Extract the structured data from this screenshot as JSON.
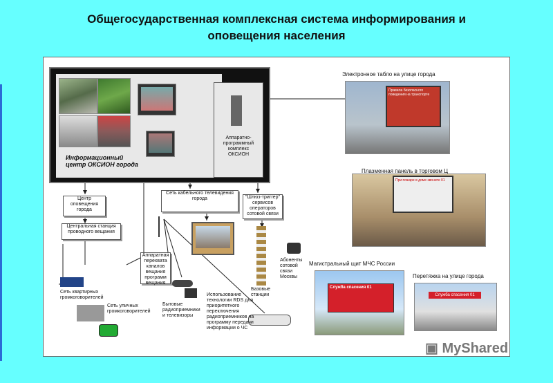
{
  "title": {
    "line1": "Общегосударственная комплексная система информирования и",
    "line2": "оповещения населения"
  },
  "center": {
    "name_line1": "Информационный",
    "name_line2": "центр ОКСИОН города",
    "hardware_line1": "Аппаратно-",
    "hardware_line2": "программный",
    "hardware_line3": "комплекс",
    "hardware_line4": "ОКСИОН"
  },
  "captions": {
    "street_board": "Электронное табло на улице города",
    "plasma_panel": "Плазменная панель в торговом Ц",
    "mchs_board": "Магистральный щит МЧС России",
    "street_banner": "Перетяжка на улице города"
  },
  "boxes": {
    "warning_center": "Центр оповещения города",
    "central_station": "Центральная станция проводного вещания",
    "cable_tv": "Сеть кабельного телевидения города",
    "shlyuz": "\"Шлюз-триггер\" сервисов операторов сотовой связи",
    "relay": "Аппаратная перехвата каналов вещания программ вещания"
  },
  "labels": {
    "wired_speakers": "Сеть квартирных громкоговорителей",
    "street_speakers": "Сеть уличных громкоговорителей",
    "household": "Бытовые радиоприемники и телевизоры",
    "rds": "Использование технологии RDS для приоритетного переключения радиоприемников на программу передачи информации о ЧС",
    "base_stations": "Базовые станции",
    "subscribers": "Абоненты сотовой связи Москвы"
  },
  "screens": {
    "street_sign": "Правила безопасного поведения на транспорте",
    "plasma_sign": "При пожаре в доме звоните 01",
    "billboard": "Служба спасения 01",
    "banner": "Служба спасения 01"
  },
  "watermark": "MyShared",
  "colors": {
    "background": "#66ffff",
    "accent_blue": "#2b6bd6",
    "banner_red": "#d4202a"
  }
}
